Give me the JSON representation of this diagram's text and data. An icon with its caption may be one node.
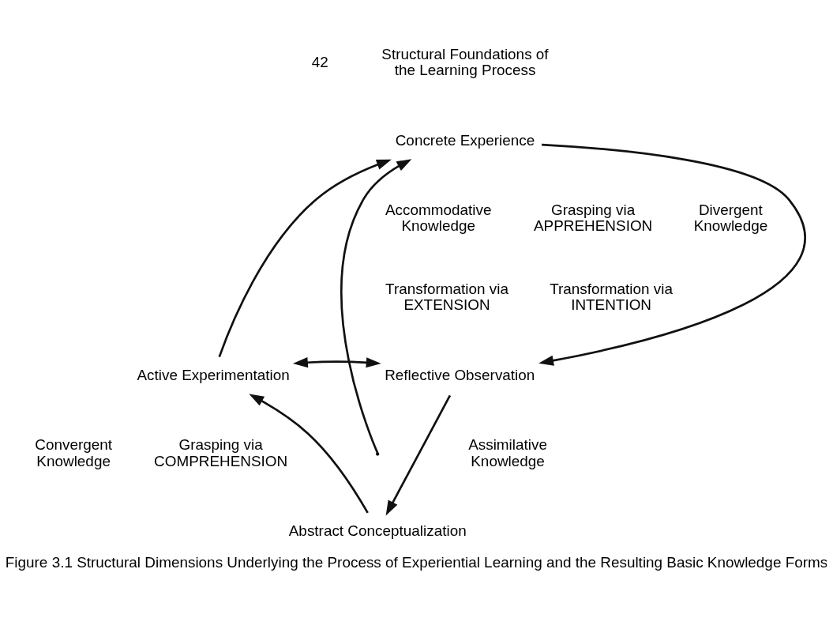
{
  "diagram": {
    "caption": "Figure 3.1 Structural Dimensions Underlying the Process of Experiential Learning and the Resulting Basic Knowledge Forms",
    "nodes": [
      {
        "text": [
          "Concrete Experience"
        ]
      },
      {
        "text": [
          "Active Experimentation"
        ]
      },
      {
        "text": [
          "Reflective Observation"
        ]
      },
      {
        "text": [
          "Abstract Conceptualization"
        ]
      }
    ],
    "edges": [
      {
        "from": 1,
        "to": 0,
        "arrow": "to"
      },
      {
        "from": 0,
        "to": 2,
        "arrow": "to"
      },
      {
        "from": 2,
        "to": 3,
        "arrow": "to"
      },
      {
        "from": 3,
        "to": 1,
        "arrow": "to"
      },
      {
        "from": null,
        "to": 0,
        "arrow": "to"
      },
      {
        "from": 1,
        "to": 2,
        "arrow": "both"
      }
    ],
    "labels": [
      "42",
      "Structural Foundations of the Learning Process",
      "Grasping via APPREHENSION",
      "Accommodative Knowledge",
      "Divergent Knowledge",
      "Transformation via EXTENSION",
      "Transformation via INTENTION",
      "Convergent Knowledge",
      "Assimilative Knowledge",
      "Grasping via COMPREHENSION"
    ]
  }
}
